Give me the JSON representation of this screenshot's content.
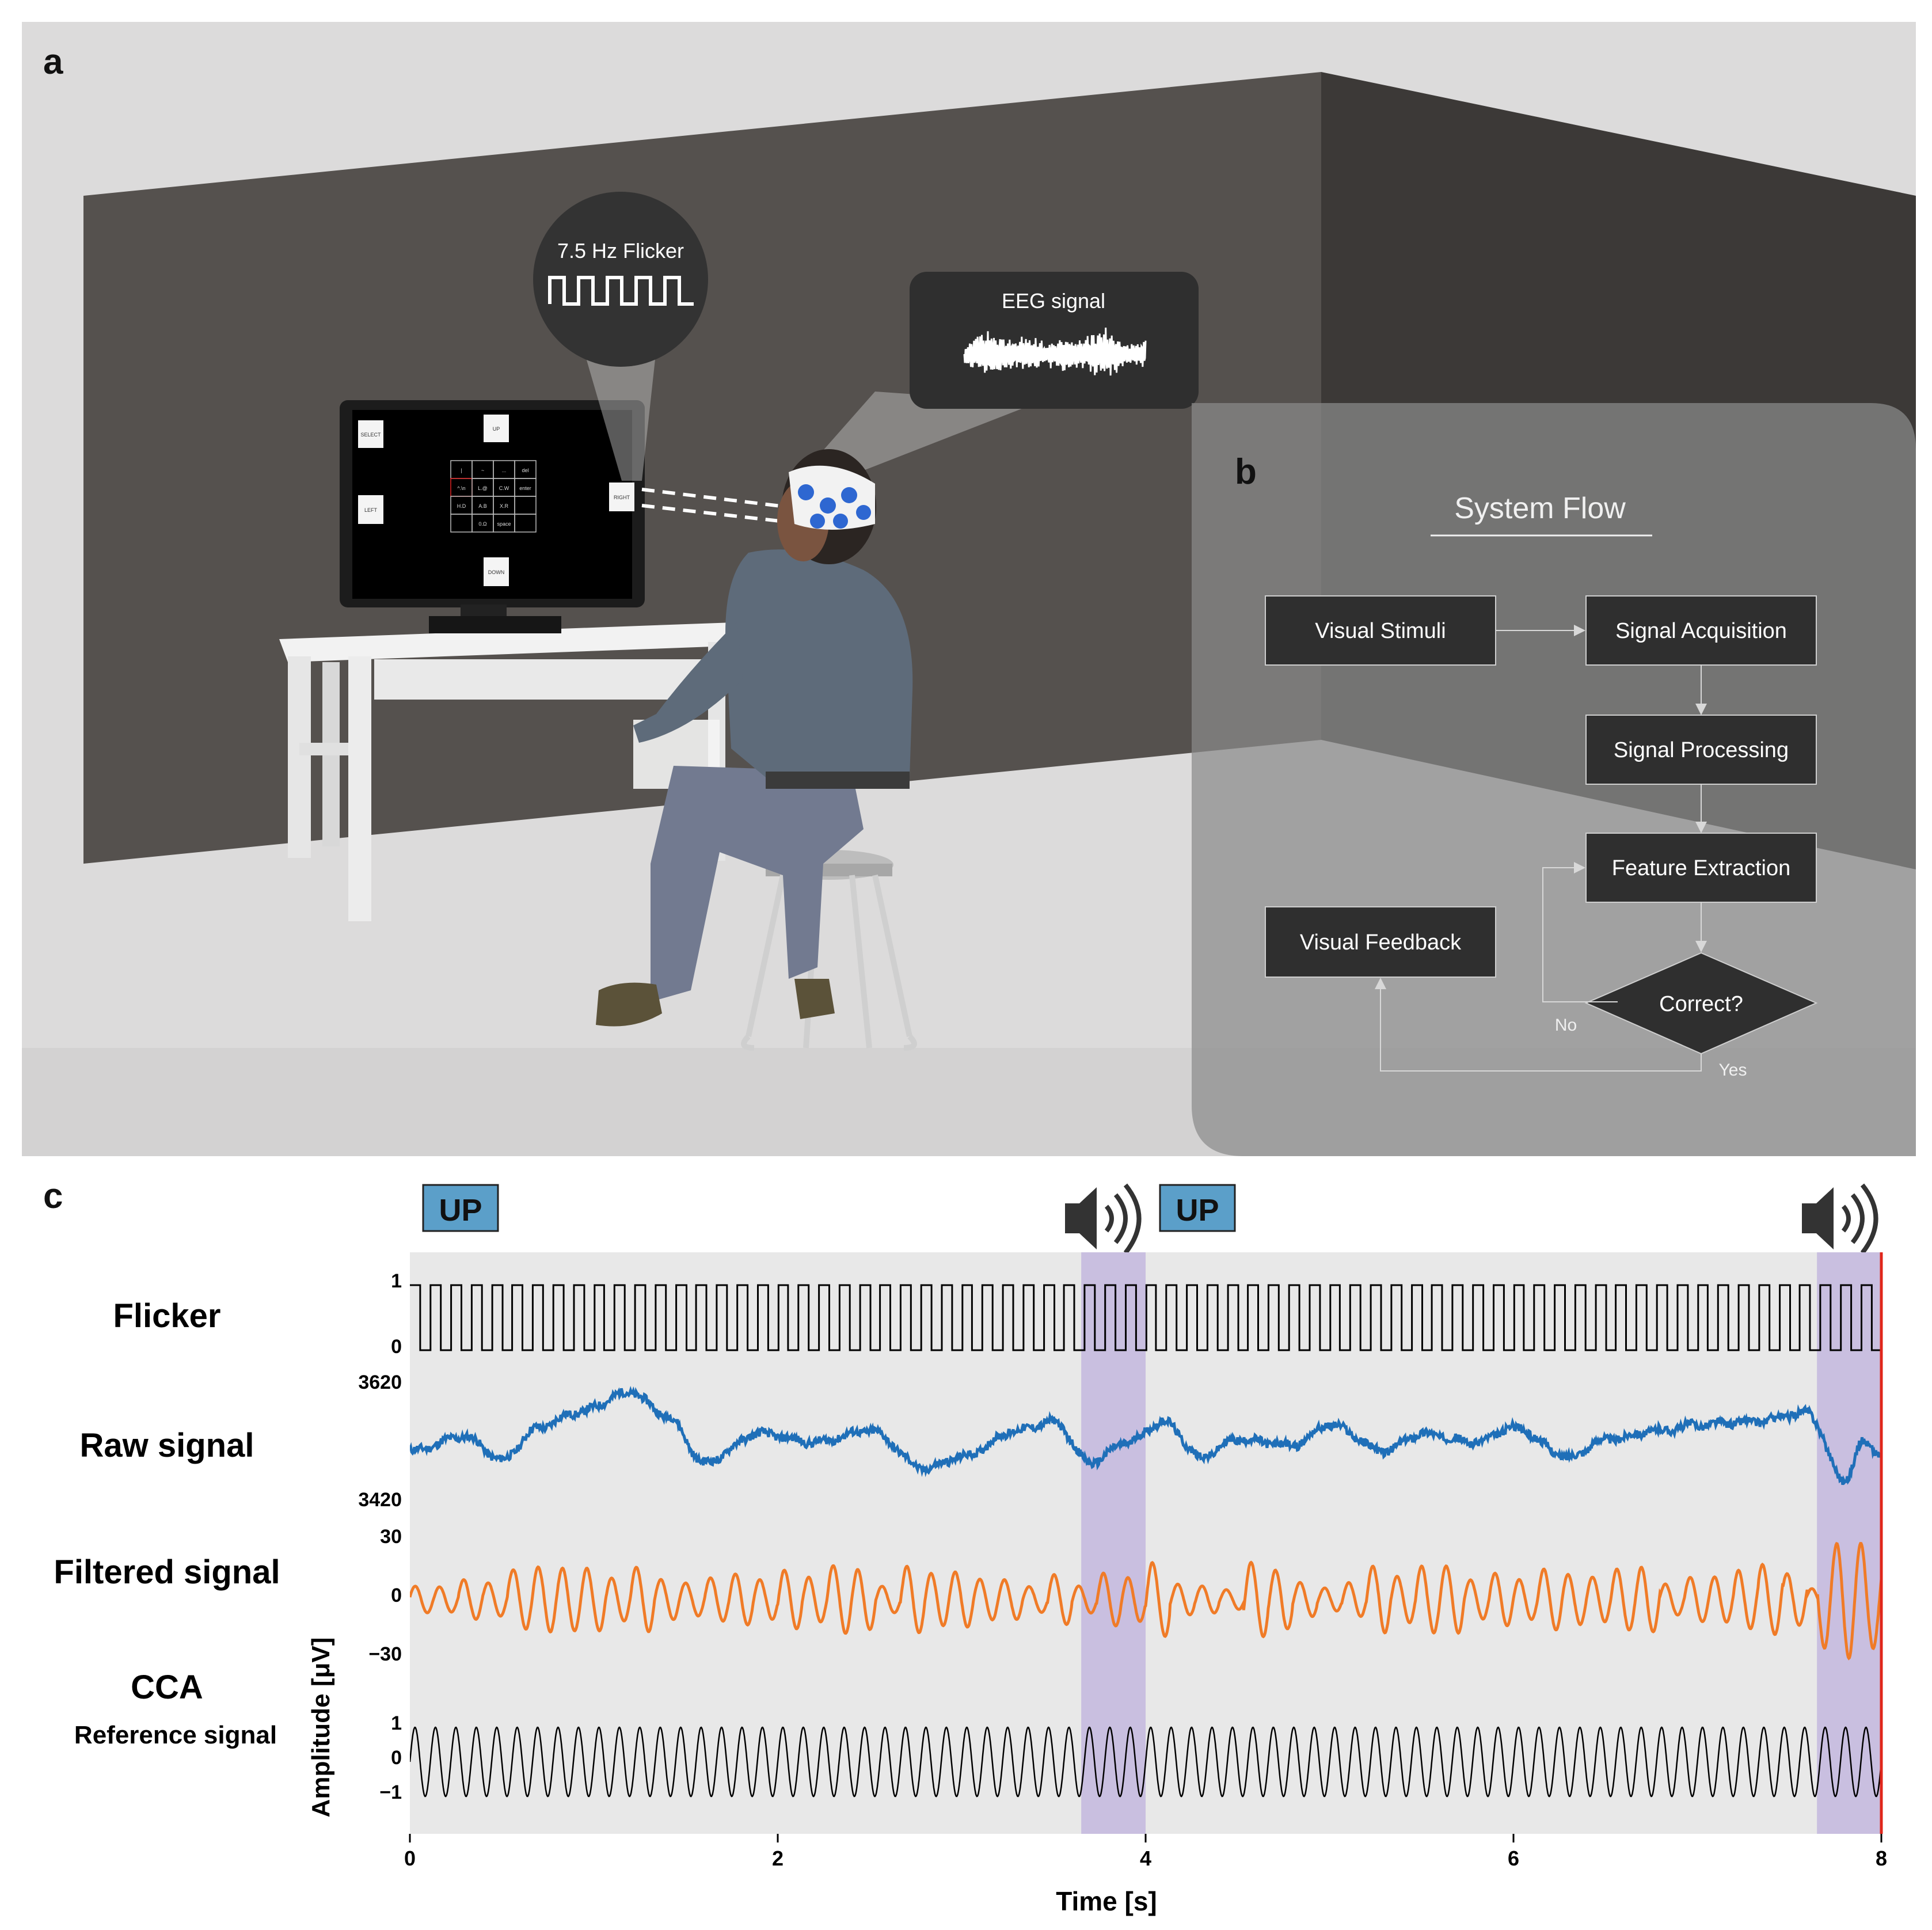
{
  "panel_a": {
    "label": "a",
    "flicker_bubble": {
      "text": "7.5 Hz Flicker"
    },
    "eeg_bubble": {
      "text": "EEG signal"
    },
    "monitor": {
      "select": "SELECT",
      "up": "UP",
      "left": "LEFT",
      "right": "RIGHT",
      "down": "DOWN",
      "keys": [
        "|",
        "~",
        "...",
        "del",
        "^.\\n",
        "L.@",
        "C.W",
        "enter",
        "H.D",
        "A.B",
        "X.R",
        "",
        "",
        "0.Ω",
        "space",
        ""
      ]
    }
  },
  "panel_b": {
    "label": "b",
    "title": "System Flow",
    "nodes": {
      "visual_stimuli": "Visual Stimuli",
      "signal_acquisition": "Signal Acquisition",
      "signal_processing": "Signal Processing",
      "feature_extraction": "Feature Extraction",
      "correct": "Correct?",
      "visual_feedback": "Visual Feedback"
    },
    "edges": {
      "no": "No",
      "yes": "Yes"
    }
  },
  "panel_c": {
    "label": "c",
    "badge_1": "UP",
    "badge_2": "UP",
    "row_labels": {
      "flicker": "Flicker",
      "raw": "Raw signal",
      "filtered": "Filtered signal",
      "cca": "CCA",
      "cca_sub": "Reference signal"
    },
    "tick_labels": {
      "flicker_hi": "1",
      "flicker_lo": "0",
      "raw_hi": "3620",
      "raw_lo": "3420",
      "filt_hi": "30",
      "filt_mid": "0",
      "filt_lo": "−30",
      "ref_hi": "1",
      "ref_mid": "0",
      "ref_lo": "−1"
    },
    "ylabel": "Amplitude [μV]",
    "xlabel": "Time [s]",
    "x_ticks": [
      "0",
      "2",
      "4",
      "6",
      "8"
    ]
  },
  "chart_data": {
    "type": "line",
    "xlabel": "Time [s]",
    "ylabel": "Amplitude [μV]",
    "xlim": [
      0,
      8
    ],
    "x_ticks": [
      0,
      2,
      4,
      6,
      8
    ],
    "flicker_frequency_hz": 7.5,
    "highlight_intervals": [
      [
        3.65,
        4.0
      ],
      [
        7.65,
        8.0
      ]
    ],
    "series": [
      {
        "name": "Flicker",
        "shape": "square wave",
        "ylim": [
          0,
          1
        ],
        "color": "#000000"
      },
      {
        "name": "Raw signal",
        "ylim": [
          3420,
          3620
        ],
        "color": "#1f6fb8",
        "x": [
          0,
          0.3,
          0.5,
          0.7,
          0.9,
          1.2,
          1.4,
          1.6,
          1.9,
          2.2,
          2.5,
          2.8,
          3.0,
          3.3,
          3.5,
          3.7,
          3.9,
          4.1,
          4.3,
          4.5,
          4.8,
          5.0,
          5.3,
          5.5,
          5.8,
          6.0,
          6.3,
          6.5,
          6.8,
          7.0,
          7.3,
          7.6,
          7.8,
          7.9,
          8.0
        ],
        "values": [
          3510,
          3535,
          3495,
          3550,
          3575,
          3610,
          3570,
          3490,
          3540,
          3525,
          3545,
          3480,
          3500,
          3545,
          3560,
          3490,
          3525,
          3560,
          3500,
          3530,
          3520,
          3555,
          3510,
          3540,
          3525,
          3550,
          3500,
          3530,
          3545,
          3555,
          3560,
          3575,
          3460,
          3525,
          3505
        ]
      },
      {
        "name": "Filtered signal",
        "ylim": [
          -30,
          30
        ],
        "color": "#f07b27",
        "shape": "oscillation, larger swings near 7.65–8 s"
      },
      {
        "name": "CCA Reference signal",
        "shape": "sinusoid",
        "frequency_hz": 7.5,
        "ylim": [
          -1,
          1
        ],
        "color": "#000000"
      }
    ]
  }
}
